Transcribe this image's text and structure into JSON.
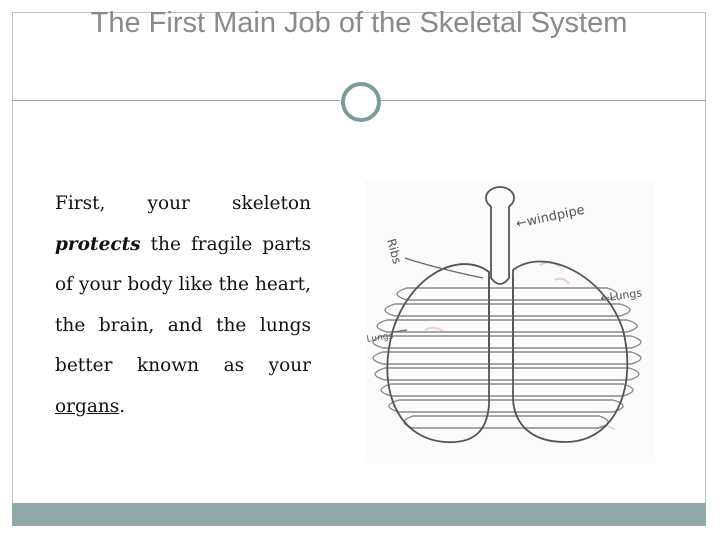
{
  "slide": {
    "title": "The First Main Job of the Skeletal System",
    "body": {
      "line1_a": "First,",
      "line1_b": "your",
      "line1_c": "skeleton",
      "emphasis": "protects",
      "line2_rest": " the fragile parts of your body like the heart, the brain, and the lungs better known as your ",
      "underlined": "organs",
      "end": "."
    },
    "drawing": {
      "label_windpipe": "←windpipe",
      "label_ribs": "Ribs",
      "label_lungs_right": "←Lungs",
      "label_lungs_left": "Lungs",
      "colors": {
        "ink": "#555555",
        "rib": "#8a8a8a",
        "tint": "#e9b8e9"
      }
    },
    "colors": {
      "accent": "#8fa9a9",
      "title": "#8a8a8a",
      "frame": "#b8c4c4"
    }
  }
}
